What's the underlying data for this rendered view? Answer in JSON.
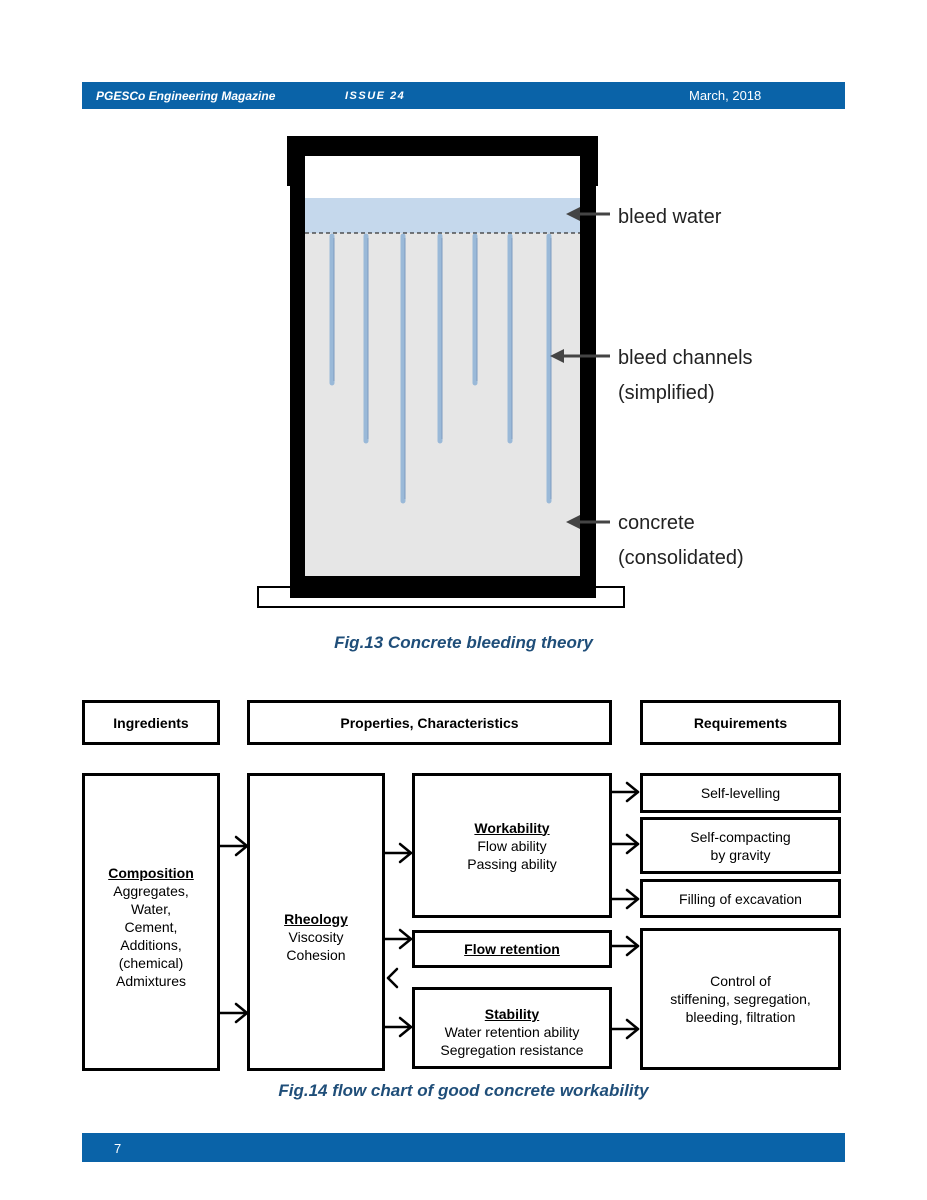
{
  "header": {
    "magazine": "PGESCo Engineering Magazine",
    "issue": "ISSUE 24",
    "date": "March, 2018"
  },
  "fig13": {
    "labels": {
      "bleed_water": "bleed water",
      "bleed_channels": "bleed channels",
      "bleed_channels_note": "(simplified)",
      "concrete": "concrete",
      "concrete_note": "(consolidated)"
    },
    "caption": "Fig.13 Concrete bleeding theory"
  },
  "fig14": {
    "headers": {
      "ingredients": "Ingredients",
      "properties": "Properties, Characteristics",
      "requirements": "Requirements"
    },
    "composition": {
      "title": "Composition",
      "lines": [
        "Aggregates,",
        "Water,",
        "Cement,",
        "Additions,",
        "(chemical)",
        "Admixtures"
      ]
    },
    "rheology": {
      "title": "Rheology",
      "lines": [
        "Viscosity",
        "Cohesion"
      ]
    },
    "workability": {
      "title": "Workability",
      "lines": [
        "Flow ability",
        "Passing ability"
      ]
    },
    "flow_retention": {
      "title": "Flow retention"
    },
    "stability": {
      "title": "Stability",
      "lines": [
        "Water retention ability",
        "Segregation resistance"
      ]
    },
    "requirements": {
      "self_levelling": "Self-levelling",
      "self_compacting": [
        "Self-compacting",
        "by gravity"
      ],
      "filling": "Filling of excavation",
      "control": [
        "Control of",
        "stiffening, segregation,",
        "bleeding, filtration"
      ]
    },
    "caption": "Fig.14 flow chart of good concrete workability"
  },
  "footer": {
    "page": "7"
  },
  "colors": {
    "band": "#0a63a8",
    "caption": "#1f4e79",
    "bleed_water": "#c5d8ec",
    "concrete": "#e6e6e6",
    "channel": "#9ab9d8"
  }
}
